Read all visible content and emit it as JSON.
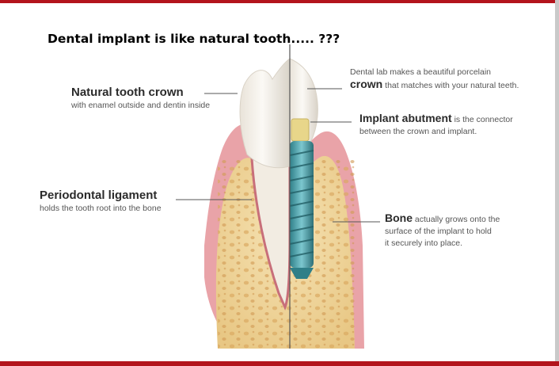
{
  "headline": "Dental implant is like natural tooth..... ???",
  "labels": {
    "natural_crown": {
      "title": "Natural tooth crown",
      "sub": "with enamel outside and dentin inside"
    },
    "ligament": {
      "title": "Periodontal ligament",
      "sub": "holds the tooth root into the bone"
    },
    "lab_crown": {
      "line1": "Dental lab makes a beautiful porcelain",
      "bold": "crown",
      "rest": " that matches with your natural teeth."
    },
    "abutment": {
      "bold": "Implant abutment",
      "rest": " is the connector",
      "line2": "between the crown and implant."
    },
    "bone": {
      "bold": "Bone",
      "rest": " actually grows onto the",
      "line2": "surface of the implant to hold",
      "line3": "it securely into place."
    }
  },
  "colors": {
    "frame_red": "#b3141c",
    "gum": "#e9a3a8",
    "bone": "#f0d79c",
    "enamel": "#f5f1ea",
    "implant": "#4b9fa8"
  }
}
